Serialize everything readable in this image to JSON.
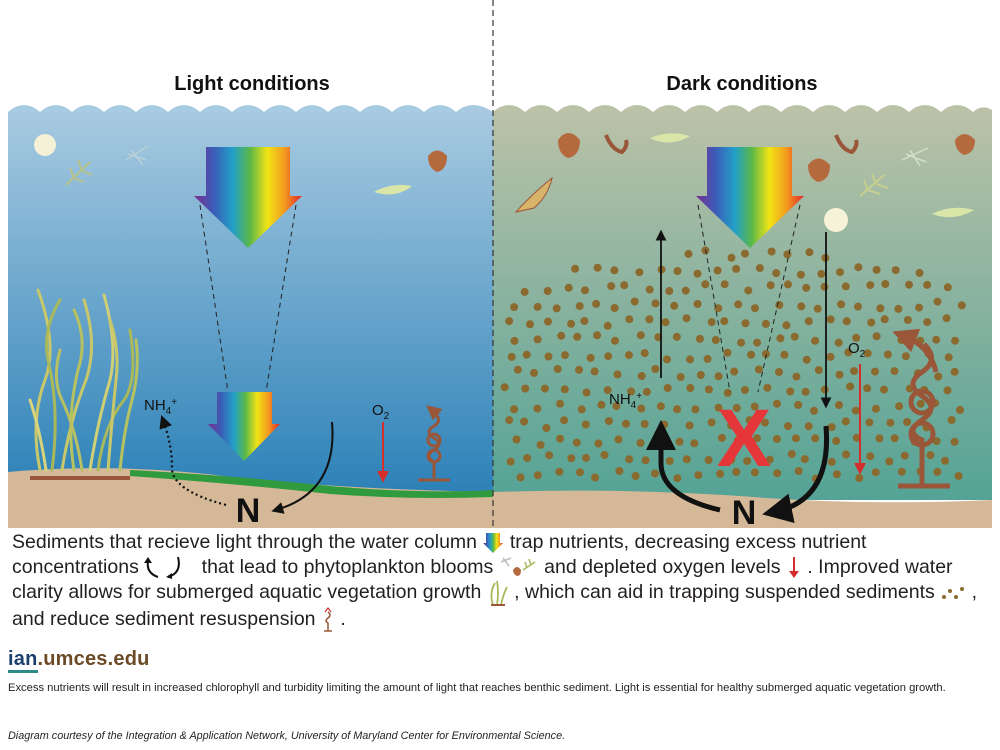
{
  "panels": {
    "light": {
      "title": "Light conditions",
      "nh4": "NH4+",
      "o2": "O2",
      "n": "N"
    },
    "dark": {
      "title": "Dark conditions",
      "nh4": "NH4+",
      "o2": "O2",
      "n": "N",
      "blocked_mark": "X"
    }
  },
  "caption": {
    "p1": "Sediments that recieve light through the water column",
    "p2": "trap nutrients, decreasing excess nutrient concentrations",
    "p3": "that lead to phytoplankton blooms",
    "p4": "and depleted oxygen levels",
    "p5": ". Improved water clarity allows for submerged aquatic vegetation growth",
    "p6": ", which can aid in trapping suspended sediments",
    "p7": ", and reduce sediment resuspension",
    "p8": "."
  },
  "logo": {
    "ian": "ian",
    "rest": ".umces.edu"
  },
  "note": "Excess nutrients will result in increased chlorophyll and turbidity limiting the amount of light that reaches benthic sediment.  Light is essential for healthy submerged aquatic vegetation growth.",
  "credit": "Diagram courtesy of the Integration & Application Network, University of Maryland Center for Environmental Science.",
  "colors": {
    "light_water_top": "#9ec3dc",
    "light_water_bottom": "#2d83b9",
    "dark_water_top": "#b8bfa4",
    "dark_water_bottom": "#58a497",
    "sediment": "#d6b998",
    "sediment_particles": "#8a6a2f",
    "oxygen_arrow": "#d62d2d",
    "vegetation": "#c9c86a",
    "blocked_x": "#e5373a"
  }
}
